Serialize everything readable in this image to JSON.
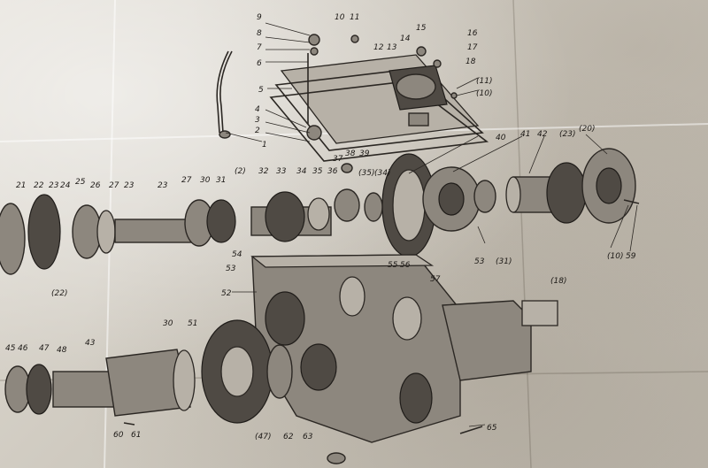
{
  "labels": [
    {
      "id": "l9",
      "text": "9"
    },
    {
      "id": "l10a",
      "text": "10"
    },
    {
      "id": "l11a",
      "text": "11"
    },
    {
      "id": "l15",
      "text": "15"
    },
    {
      "id": "l16",
      "text": "16"
    },
    {
      "id": "l8",
      "text": "8"
    },
    {
      "id": "l7",
      "text": "7"
    },
    {
      "id": "l6",
      "text": "6"
    },
    {
      "id": "l12",
      "text": "12"
    },
    {
      "id": "l13",
      "text": "13"
    },
    {
      "id": "l14",
      "text": "14"
    },
    {
      "id": "l17",
      "text": "17"
    },
    {
      "id": "l18",
      "text": "18"
    },
    {
      "id": "l11b",
      "text": "(11)"
    },
    {
      "id": "l10b",
      "text": "(10)"
    },
    {
      "id": "l5",
      "text": "5"
    },
    {
      "id": "l4",
      "text": "4"
    },
    {
      "id": "l3",
      "text": "3"
    },
    {
      "id": "l2",
      "text": "2"
    },
    {
      "id": "l1",
      "text": "1"
    },
    {
      "id": "l40",
      "text": "40"
    },
    {
      "id": "l41",
      "text": "41"
    },
    {
      "id": "l42",
      "text": "42"
    },
    {
      "id": "l23a",
      "text": "(23)"
    },
    {
      "id": "l20",
      "text": "(20)"
    },
    {
      "id": "l37",
      "text": "37"
    },
    {
      "id": "l38",
      "text": "38"
    },
    {
      "id": "l39",
      "text": "39"
    },
    {
      "id": "l35b",
      "text": "(35)"
    },
    {
      "id": "l34b",
      "text": "(34)"
    },
    {
      "id": "l2b",
      "text": "(2)"
    },
    {
      "id": "l32",
      "text": "32"
    },
    {
      "id": "l33",
      "text": "33"
    },
    {
      "id": "l34",
      "text": "34"
    },
    {
      "id": "l35",
      "text": "35"
    },
    {
      "id": "l36",
      "text": "36"
    },
    {
      "id": "l21",
      "text": "21"
    },
    {
      "id": "l22",
      "text": "22"
    },
    {
      "id": "l23b",
      "text": "23"
    },
    {
      "id": "l24",
      "text": "24"
    },
    {
      "id": "l25",
      "text": "25"
    },
    {
      "id": "l26",
      "text": "26"
    },
    {
      "id": "l27",
      "text": "27"
    },
    {
      "id": "l23c",
      "text": "23"
    },
    {
      "id": "l23d",
      "text": "23"
    },
    {
      "id": "l27b",
      "text": "27"
    },
    {
      "id": "l30",
      "text": "30"
    },
    {
      "id": "l31",
      "text": "31"
    },
    {
      "id": "l22b",
      "text": "(22)"
    },
    {
      "id": "l54",
      "text": "54"
    },
    {
      "id": "l53",
      "text": "53"
    },
    {
      "id": "l55",
      "text": "55"
    },
    {
      "id": "l56",
      "text": "56"
    },
    {
      "id": "l53b",
      "text": "53"
    },
    {
      "id": "l31b",
      "text": "(31)"
    },
    {
      "id": "l10c",
      "text": "(10)"
    },
    {
      "id": "l59",
      "text": "59"
    },
    {
      "id": "l52",
      "text": "52"
    },
    {
      "id": "l57",
      "text": "57"
    },
    {
      "id": "l18b",
      "text": "(18)"
    },
    {
      "id": "l30b",
      "text": "30"
    },
    {
      "id": "l51",
      "text": "51"
    },
    {
      "id": "l45",
      "text": "45"
    },
    {
      "id": "l46",
      "text": "46"
    },
    {
      "id": "l47",
      "text": "47"
    },
    {
      "id": "l48",
      "text": "48"
    },
    {
      "id": "l43",
      "text": "43"
    },
    {
      "id": "l60",
      "text": "60"
    },
    {
      "id": "l61",
      "text": "61"
    },
    {
      "id": "l47b",
      "text": "(47)"
    },
    {
      "id": "l62",
      "text": "62"
    },
    {
      "id": "l63",
      "text": "63"
    },
    {
      "id": "l65",
      "text": "65"
    }
  ]
}
